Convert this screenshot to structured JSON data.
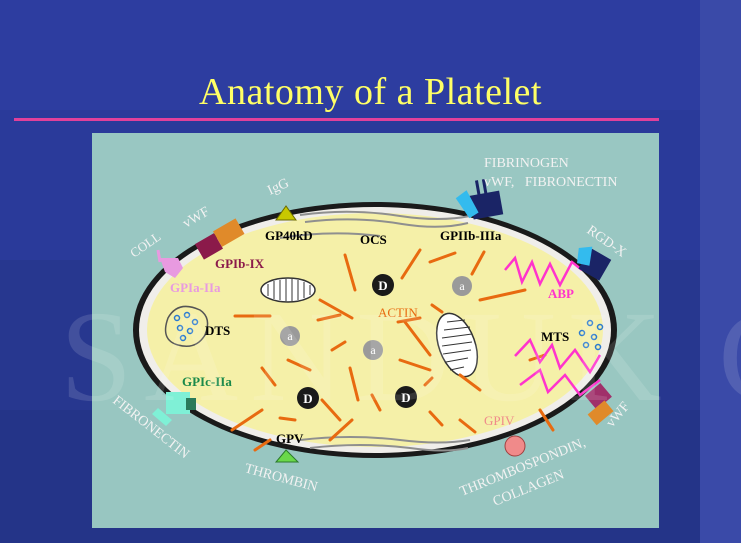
{
  "title": "Anatomy of a Platelet",
  "watermark": "SANDUK G",
  "colors": {
    "background": "#2a3a9a",
    "title": "#ffff66",
    "rule": "#e0409a",
    "panel": "#9fcfc4",
    "cytoplasm": "#f5f0a8",
    "actin": "#e86a10",
    "abp": "#ff33cc"
  },
  "labels": {
    "fibrinogen": "FIBRINOGEN",
    "vwf_fibronectin": "vWF,   FIBRONECTIN",
    "igg": "IgG",
    "vwf_top": "vWF",
    "rgd": "RGD-X",
    "coll": "COLL",
    "gp40kd": "GP40kD",
    "ocs": "OCS",
    "gpiib_iiia": "GPIIb-IIIa",
    "gpib_ix": "GPIb-IX",
    "gpia_iia": "GPIa-IIa",
    "abp": "ABP",
    "actin": "ACTIN",
    "dts": "DTS",
    "mts": "MTS",
    "gpic_iia": "GPIc-IIa",
    "fibronectin_left": "FIBRONECTIN",
    "gpv": "GPV",
    "thrombin": "THROMBIN",
    "gpiv": "GPIV",
    "thrombospondin": "THROMBOSPONDIN,",
    "collagen": "COLLAGEN",
    "vwf_right": "vWF",
    "dense_granule": "D",
    "alpha_granule": "a"
  }
}
